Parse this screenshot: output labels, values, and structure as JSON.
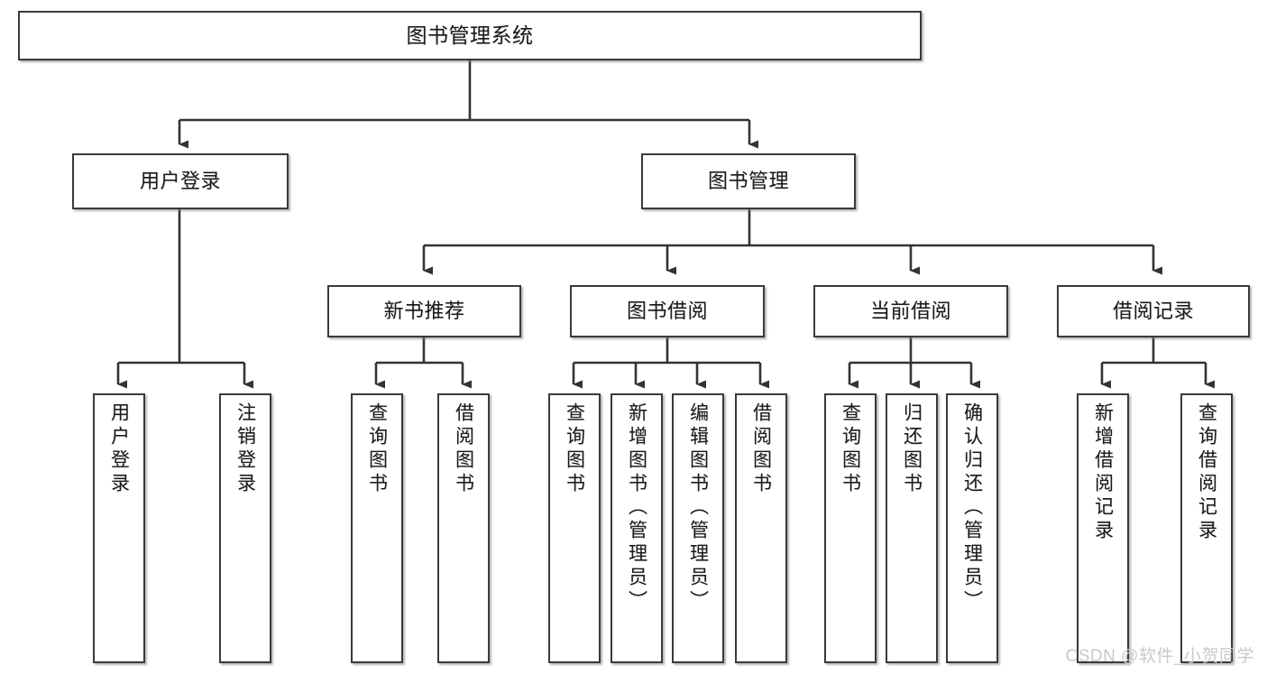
{
  "diagram": {
    "type": "tree",
    "title": "图书管理系统",
    "colors": {
      "box_border": "#3a3a3a",
      "box_fill": "#ffffff",
      "connector": "#333333",
      "text": "#1b1b1b",
      "watermark": "#c9c9c9"
    },
    "root": {
      "label": "图书管理系统"
    },
    "level2": [
      {
        "label": "用户登录"
      },
      {
        "label": "图书管理"
      }
    ],
    "level3": [
      {
        "label": "新书推荐"
      },
      {
        "label": "图书借阅"
      },
      {
        "label": "当前借阅"
      },
      {
        "label": "借阅记录"
      }
    ],
    "leaves": {
      "user_login": [
        {
          "label": "用户登录"
        },
        {
          "label": "注销登录"
        }
      ],
      "new_book_recommend": [
        {
          "label": "查询图书"
        },
        {
          "label": "借阅图书"
        }
      ],
      "book_borrow": [
        {
          "label": "查询图书"
        },
        {
          "label": "新增图书（管理员）"
        },
        {
          "label": "编辑图书（管理员）"
        },
        {
          "label": "借阅图书"
        }
      ],
      "current_borrow": [
        {
          "label": "查询图书"
        },
        {
          "label": "归还图书"
        },
        {
          "label": "确认归还（管理员）"
        }
      ],
      "borrow_record": [
        {
          "label": "新增借阅记录"
        },
        {
          "label": "查询借阅记录"
        }
      ]
    },
    "watermark": "CSDN @软件_小贺同学"
  }
}
